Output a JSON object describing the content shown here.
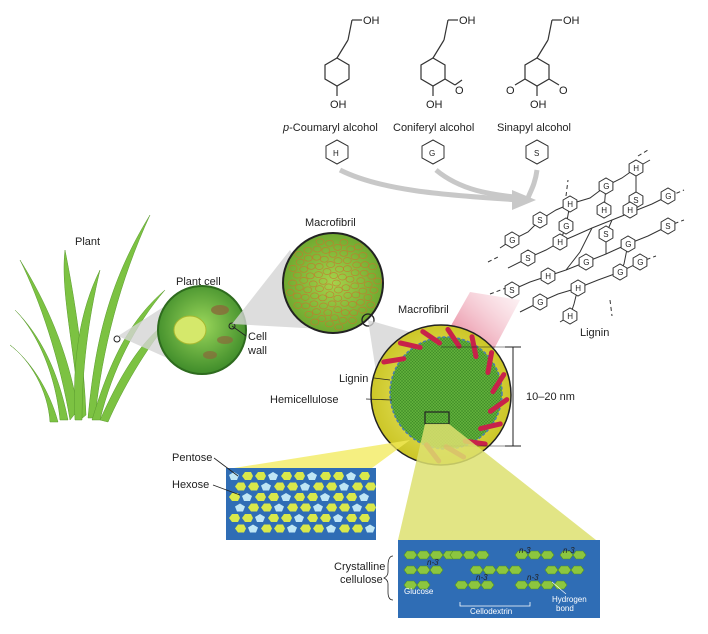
{
  "monolignols": [
    {
      "prefix": "p",
      "name": "-Coumaryl alcohol",
      "unit": "H",
      "oh_top": "OH",
      "oh_bottom": "OH"
    },
    {
      "prefix": "",
      "name": "Coniferyl alcohol",
      "unit": "G",
      "oh_top": "OH",
      "oh_bottom": "OH"
    },
    {
      "prefix": "",
      "name": "Sinapyl alcohol",
      "unit": "S",
      "oh_top": "OH",
      "oh_bottom": "OH"
    }
  ],
  "labels": {
    "plant": "Plant",
    "plant_cell": "Plant cell",
    "cell_wall_1": "Cell",
    "cell_wall_2": "wall",
    "macrofibril_1": "Macrofibril",
    "macrofibril_2": "Macrofibril",
    "lignin_polymer": "Lignin",
    "lignin": "Lignin",
    "hemicellulose": "Hemicellulose",
    "dimension": "10–20 nm",
    "pentose": "Pentose",
    "hexose": "Hexose",
    "crystalline_1": "Crystalline",
    "crystalline_2": "cellulose",
    "glucose": "Glucose",
    "cellodextrin": "Cellodextrin",
    "hbond_1": "Hydrogen",
    "hbond_2": "bond",
    "n3": "n-3",
    "methoxy": "O"
  },
  "lignin_units": [
    "G",
    "S",
    "H",
    "G",
    "H",
    "S",
    "G",
    "H",
    "S",
    "G",
    "S",
    "H",
    "G",
    "H",
    "G",
    "S",
    "G",
    "H",
    "S",
    "G",
    "H",
    "G",
    "H"
  ],
  "colors": {
    "plant_green": "#7cc242",
    "cell_green": "#5fae3a",
    "fibril_green": "#8cc63f",
    "lignin_red": "#c8224a",
    "yellow": "#f3ea2a",
    "blue_panel": "#2f6db5",
    "pentose_color": "#bfe6f5",
    "hexose_color": "#d9e84a",
    "arrow_gray": "#c8c8c8"
  }
}
